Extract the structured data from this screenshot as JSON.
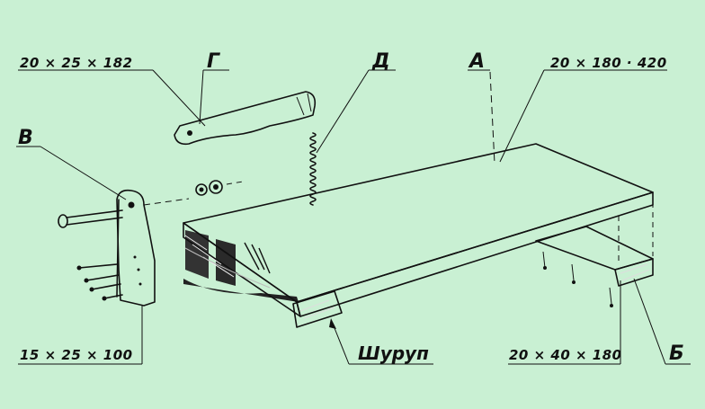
{
  "labels": {
    "a": "А",
    "b": "Б",
    "v": "В",
    "g": "Г",
    "d": "Д",
    "screw": "Шуруп"
  },
  "dimensions": {
    "board": "20 × 180 · 420",
    "lever": "20 × 25 × 182",
    "post": "15 × 25 × 100",
    "block": "20 × 40 × 180"
  },
  "colors": {
    "background": "#c9f0d3",
    "ink": "#111111",
    "part_fill": "#ffffff"
  }
}
